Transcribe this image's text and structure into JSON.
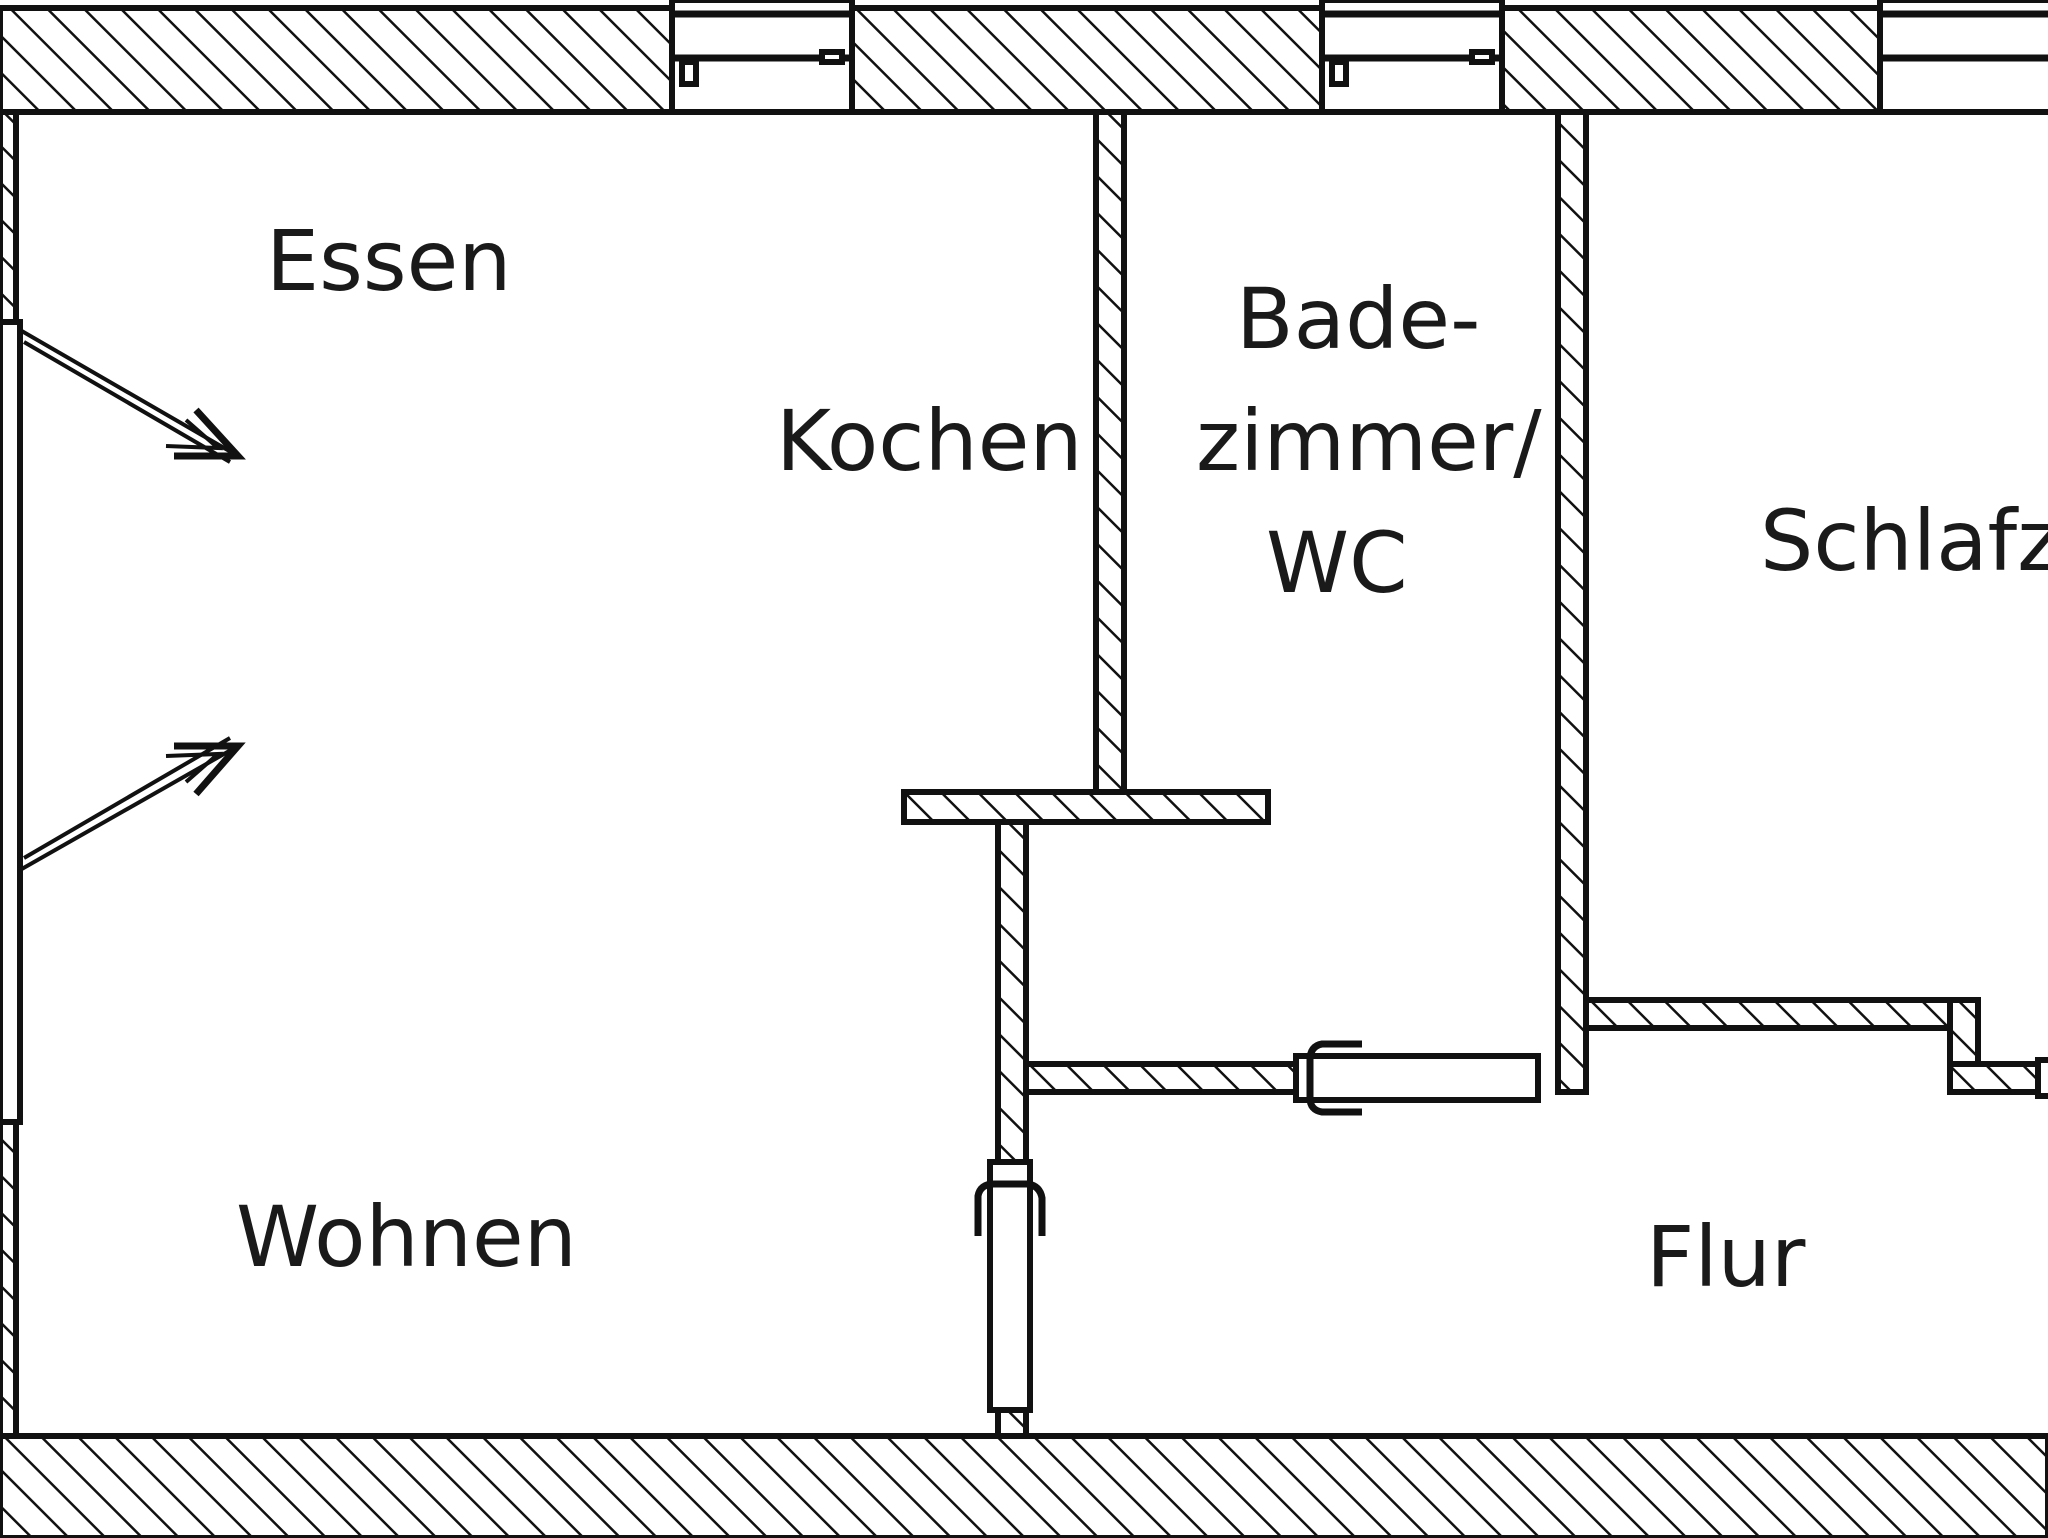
{
  "rooms": {
    "essen": "Essen",
    "kochen": "Kochen",
    "bad_line1": "Bade-",
    "bad_line2": "zimmer/",
    "bad_line3": "WC",
    "schlaf": "Schlafz",
    "wohnen": "Wohnen",
    "flur": "Flur"
  }
}
